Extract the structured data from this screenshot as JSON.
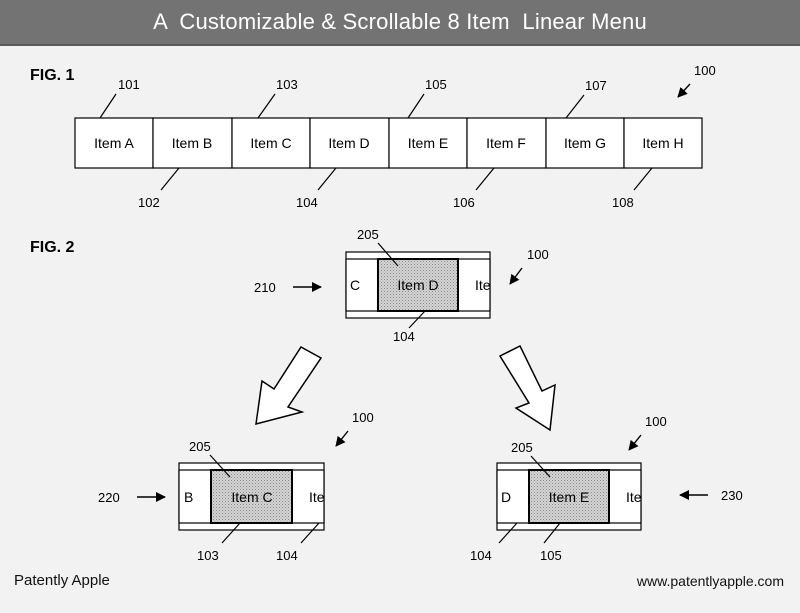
{
  "header": {
    "title": "A  Customizable & Scrollable 8 Item  Linear Menu"
  },
  "fig1": {
    "label": "FIG. 1",
    "menu_ref": "100",
    "items": [
      {
        "label": "Item A",
        "ref": "101"
      },
      {
        "label": "Item B",
        "ref": "102"
      },
      {
        "label": "Item C",
        "ref": "103"
      },
      {
        "label": "Item D",
        "ref": "104"
      },
      {
        "label": "Item E",
        "ref": "105"
      },
      {
        "label": "Item F",
        "ref": "106"
      },
      {
        "label": "Item G",
        "ref": "107"
      },
      {
        "label": "Item H",
        "ref": "108"
      }
    ]
  },
  "fig2": {
    "label": "FIG. 2",
    "top": {
      "state_ref": "210",
      "menu_ref": "100",
      "highlight_ref": "205",
      "item_ref": "104",
      "left_text": "C",
      "center_text": "Item D",
      "right_text": "Ite"
    },
    "bottom_left": {
      "state_ref": "220",
      "menu_ref": "100",
      "highlight_ref": "205",
      "left_ref": "103",
      "right_ref": "104",
      "left_text": "B",
      "center_text": "Item C",
      "right_text": "Ite"
    },
    "bottom_right": {
      "state_ref": "230",
      "menu_ref": "100",
      "highlight_ref": "205",
      "left_ref": "104",
      "right_ref": "105",
      "left_text": "D",
      "center_text": "Item E",
      "right_text": "Ite"
    }
  },
  "footer": {
    "left": "Patently Apple",
    "right": "www.patentlyapple.com"
  },
  "colors": {
    "title_bar": "#737373",
    "background": "#f2f2f2",
    "highlight": "#c4c4c4"
  }
}
